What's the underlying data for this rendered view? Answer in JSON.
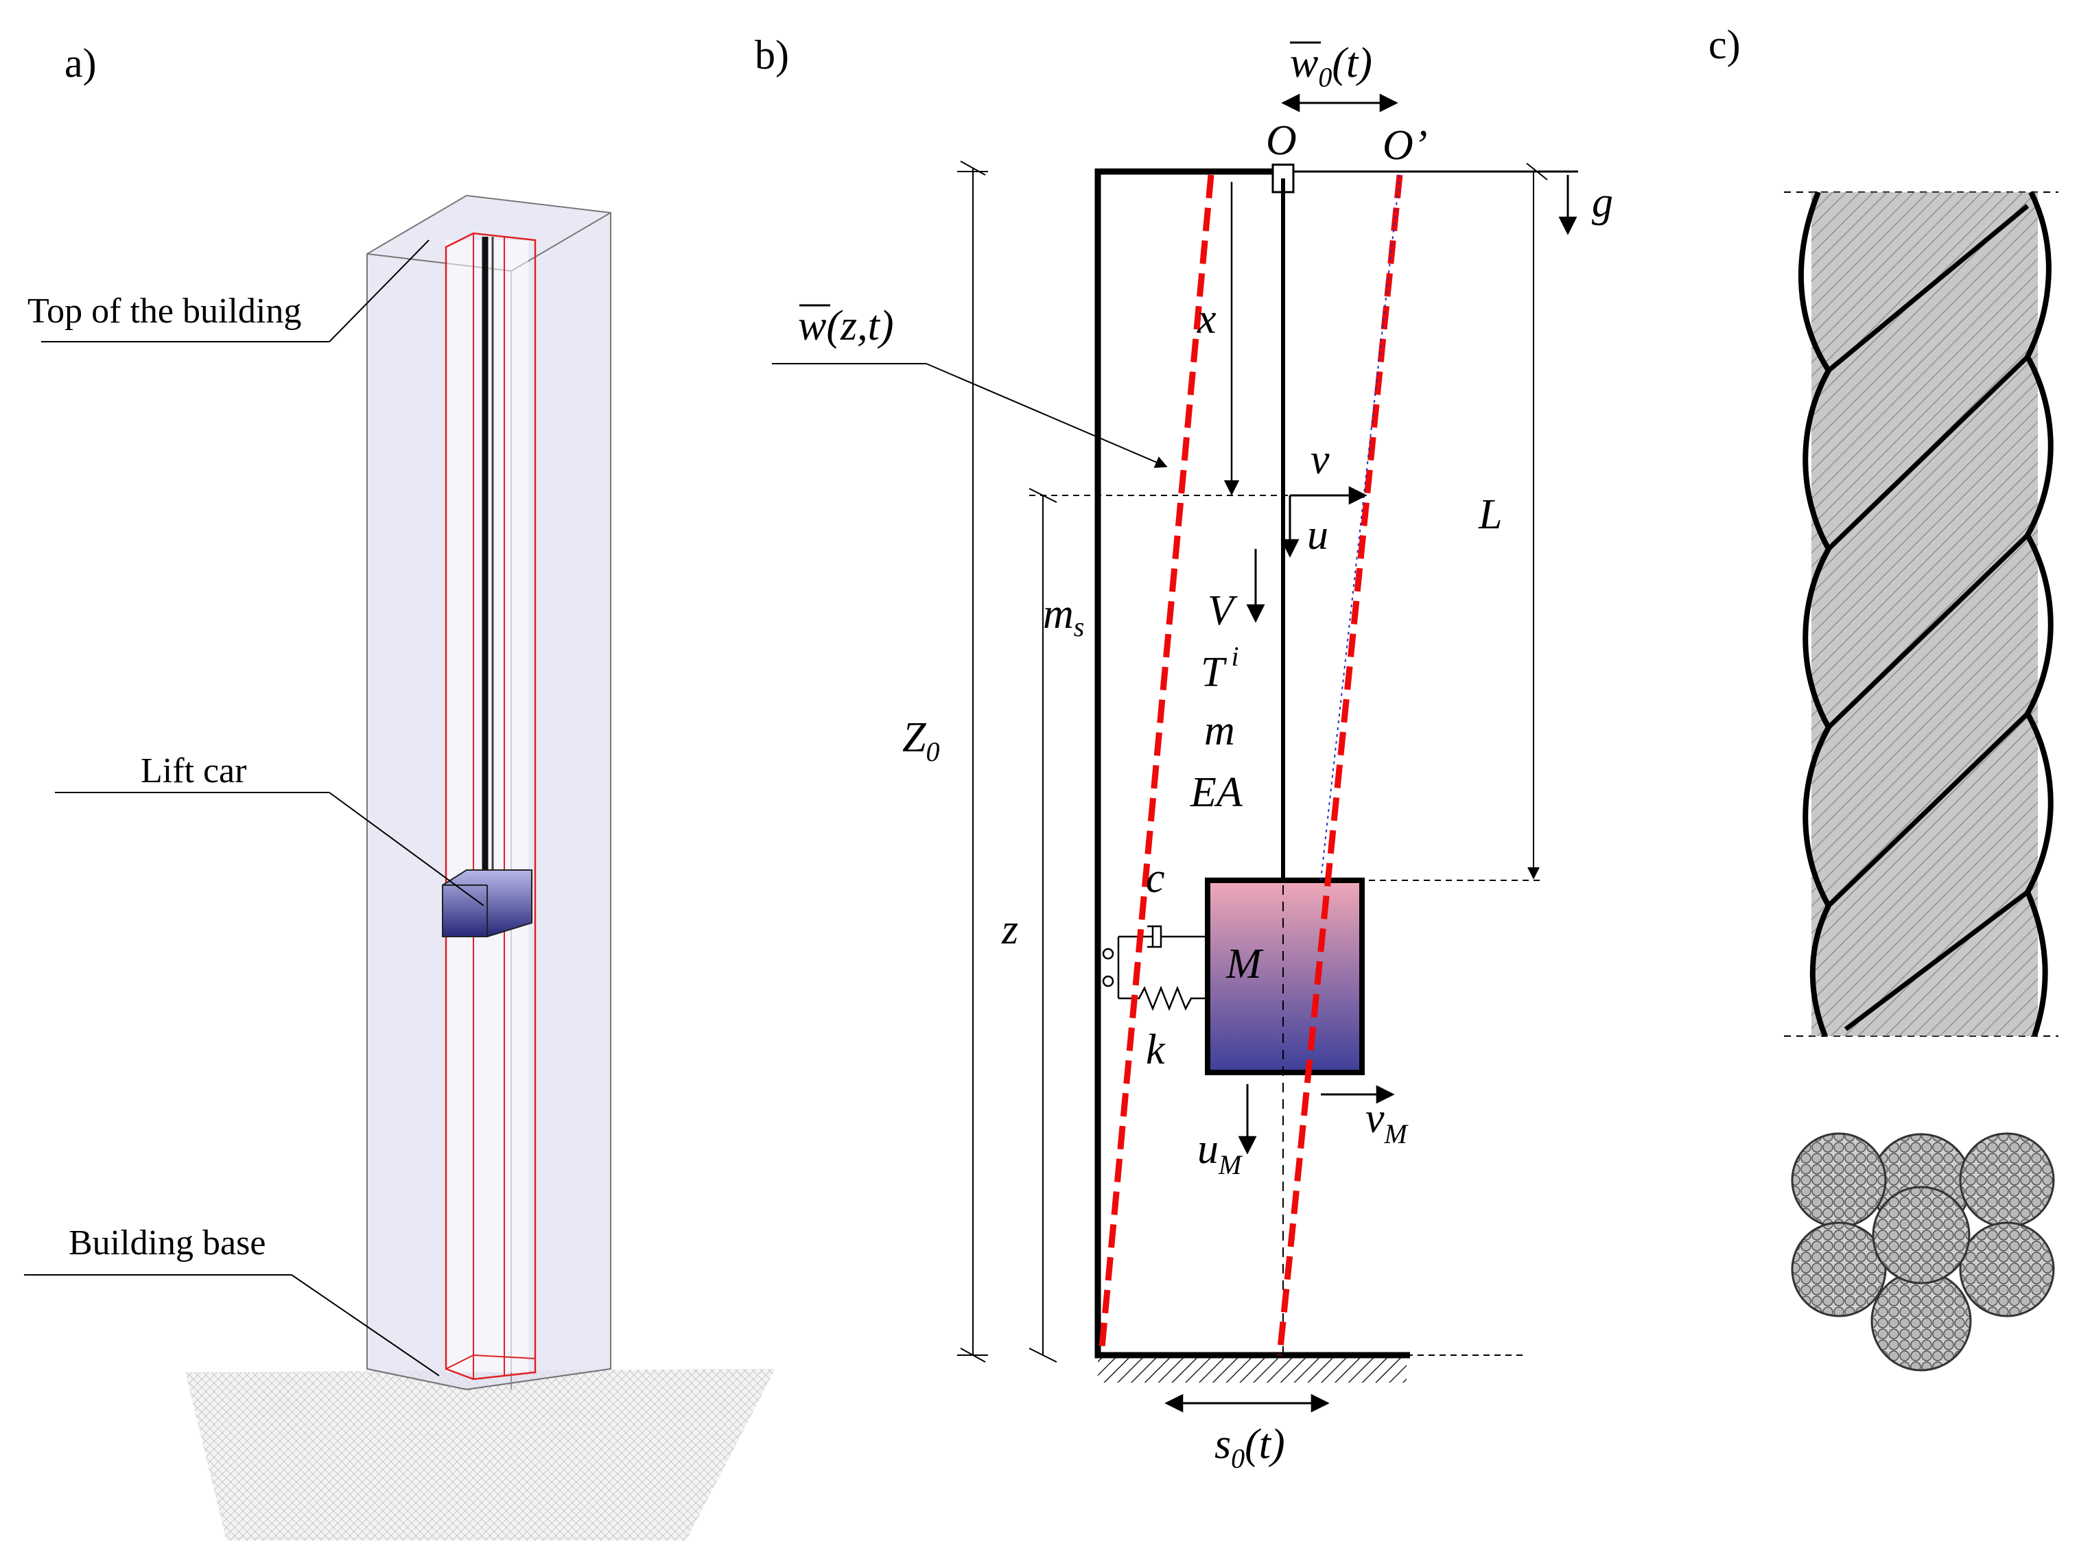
{
  "panels": {
    "a": "a)",
    "b": "b)",
    "c": "c)"
  },
  "panel_a": {
    "top_label": "Top of the building",
    "car_label": "Lift car",
    "base_label": "Building base"
  },
  "panel_b": {
    "w0_label": "w",
    "w0_sub": "0",
    "w0_args": "(t)",
    "O_label": "O",
    "O_prime_label": "O’",
    "g_label": "g",
    "w_label": "w",
    "w_args": "(z,t)",
    "x_label": "x",
    "v_label": "v",
    "u_label": "u",
    "L_label": "L",
    "ms_label": "m",
    "ms_sub": "s",
    "V_label": "V",
    "T_label": "T",
    "T_sup": "i",
    "m_label": "m",
    "EA_label": "EA",
    "Z0_label": "Z",
    "Z0_sub": "0",
    "c_label": "c",
    "z_label": "z",
    "M_label": "M",
    "k_label": "k",
    "uM_label": "u",
    "uM_sub": "M",
    "vM_label": "v",
    "vM_sub": "M",
    "s0_label": "s",
    "s0_sub": "0",
    "s0_args": "(t)"
  },
  "colors": {
    "rope_deflection": "#ee0a0a",
    "car_top": "#f0a8b8",
    "car_bottom": "#3d3f9a",
    "shaft_tint": "#e2e2f2"
  }
}
